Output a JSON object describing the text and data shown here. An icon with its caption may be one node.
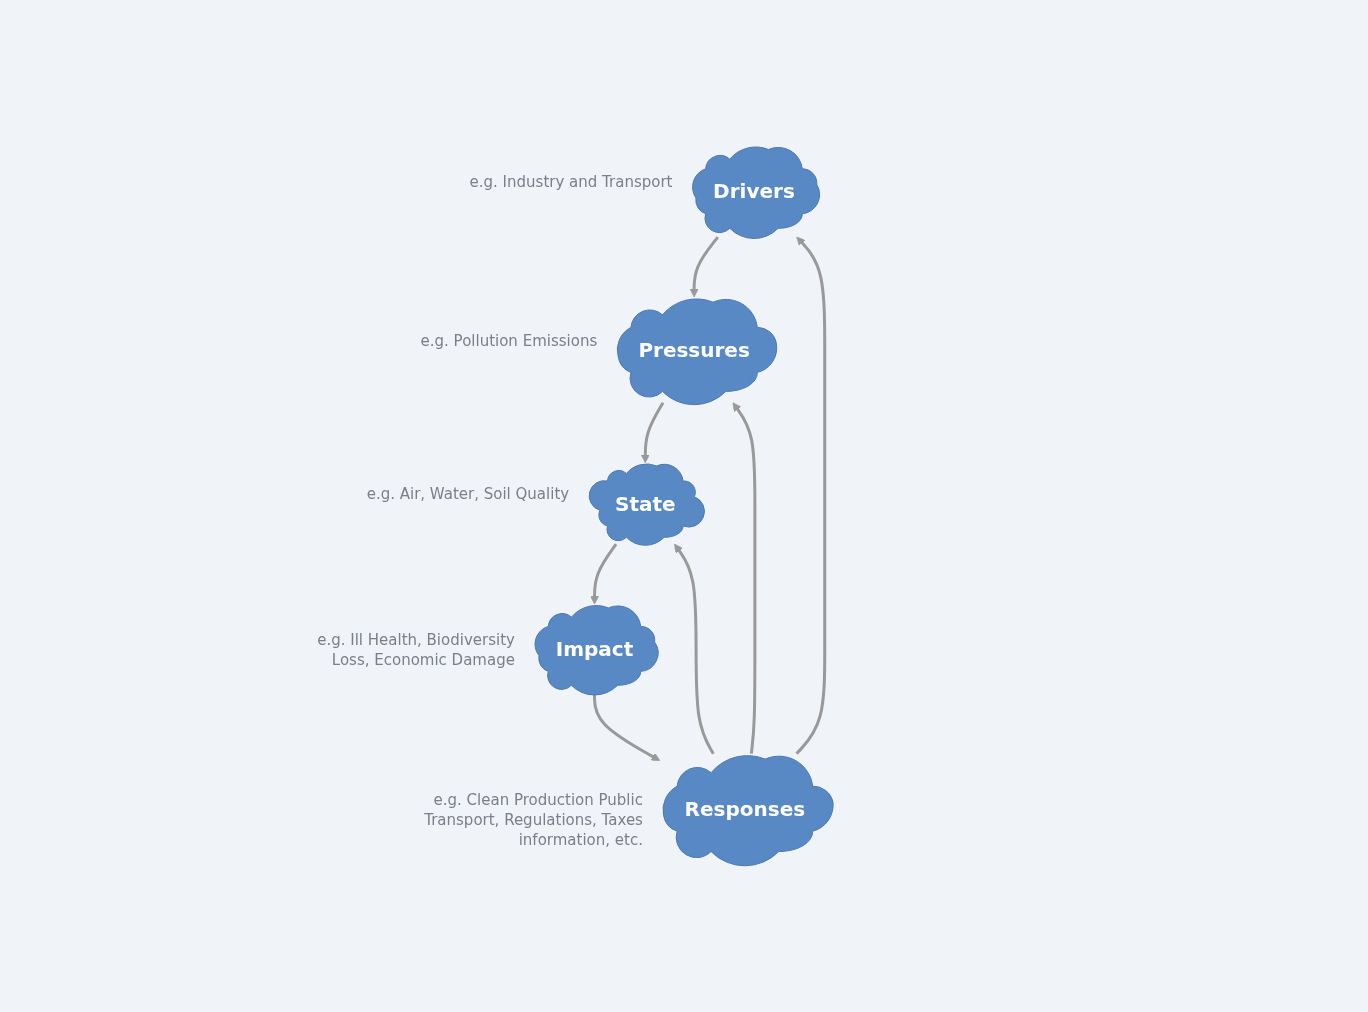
{
  "diagram": {
    "nodes": [
      {
        "text": [
          "Drivers"
        ],
        "beside": [
          "e.g. Industry and Transport"
        ]
      },
      {
        "text": [
          "Pressures"
        ],
        "beside": [
          "e.g. Pollution Emissions"
        ]
      },
      {
        "text": [
          "State"
        ],
        "beside": [
          "e.g. Air, Water, Soil Quality"
        ]
      },
      {
        "text": [
          "Impact"
        ],
        "beside": [
          "e.g. Ill Health, Biodiversity Loss, Economic Damage"
        ]
      },
      {
        "text": [
          "Responses"
        ],
        "beside": [
          "e.g. Clean Production Public Transport, Regulations, Taxes information, etc."
        ]
      }
    ],
    "edges": [
      {
        "from": 0,
        "to": 1,
        "arrow": "to"
      },
      {
        "from": 1,
        "to": 2,
        "arrow": "to"
      },
      {
        "from": 2,
        "to": 3,
        "arrow": "to"
      },
      {
        "from": 3,
        "to": 4,
        "arrow": "to"
      },
      {
        "from": 4,
        "to": 0,
        "arrow": "to"
      },
      {
        "from": 4,
        "to": 1,
        "arrow": "to"
      },
      {
        "from": 4,
        "to": 2,
        "arrow": "to"
      }
    ]
  }
}
